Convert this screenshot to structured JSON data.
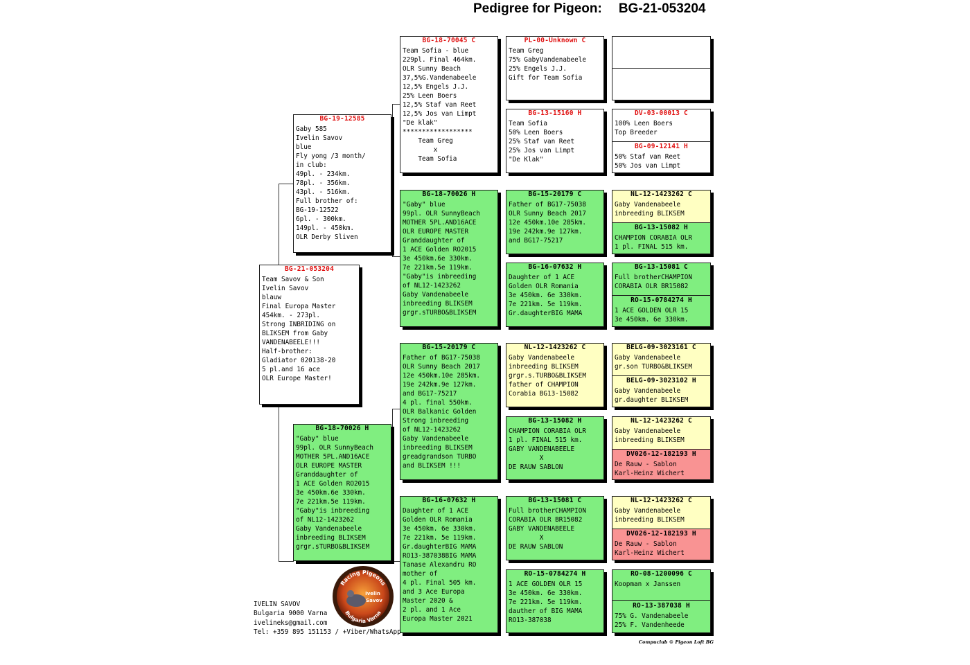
{
  "header": {
    "prefix": "Pedigree for Pigeon:",
    "pigeon_id": "BG-21-053204"
  },
  "colors": {
    "green": "#80ee80",
    "yellow": "#ffffc2",
    "pink": "#f99393",
    "white": "#ffffff",
    "id_red": "#e01010"
  },
  "subject": {
    "id": "BG-21-053204",
    "text": "Team Savov & Son\nIvelin Savov\nblauw\nFinal Europa Master\n454km. - 273pl.\nStrong INBRIDING on\nBLIKSEM from Gaby\nVANDENABEELE!!!\nHalf-brother:\nGladiator 020138-20\n5 pl.and 16 ace\nOLR Europe Master!"
  },
  "g1": {
    "sire": {
      "id": "BG-19-12585",
      "text": "Gaby 585\nIvelin Savov\nblue\nFly yong /3 month/\nin club:\n49pl. - 234km.\n78pl. - 356km.\n43pl. - 516km.\nFull brother of:\nBG-19-12522\n6pl. - 300km.\n149pl. - 450km.\nOLR Derby Sliven"
    },
    "dam": {
      "id": "BG-18-70026  H",
      "text": "\"Gaby\" blue\n99pl. OLR SunnyBeach\nMOTHER 5PL.AND16ACE\nOLR EUROPE MASTER\nGranddaughter of\n1 ACE Golden RO2015\n3e 450km.6e 330km.\n7e 221km.5e 119km.\n\"Gaby\"is inbreeding\nof NL12-1423262\nGaby Vandenabeele\ninbreeding BLIKSEM\ngrgr.sTURBO&BLIKSEM"
    }
  },
  "g2": {
    "ss": {
      "id": "BG-18-70045  C",
      "text": "Team Sofia - blue\n229pl. Final 464km.\nOLR Sunny Beach\n37,5%G.Vandenabeele\n12,5% Engels J.J.\n25% Leen Boers\n12,5% Staf van Reet\n12,5% Jos van Limpt\n\"De klak\"\n******************\n    Team Greg\n        x\n    Team Sofia"
    },
    "sd": {
      "id": "BG-18-70026  H",
      "text": "\"Gaby\" blue\n99pl. OLR SunnyBeach\nMOTHER 5PL.AND16ACE\nOLR EUROPE MASTER\nGranddaughter of\n1 ACE Golden RO2015\n3e 450km.6e 330km.\n7e 221km.5e 119km.\n\"Gaby\"is inbreeding\nof NL12-1423262\nGaby Vandenabeele\ninbreeding BLIKSEM\ngrgr.sTURBO&BLIKSEM"
    },
    "ds": {
      "id": "BG-15-20179  C",
      "text": "Father of BG17-75038\nOLR Sunny Beach 2017\n12e 450km.10e 285km.\n19e 242km.9e 127km.\nand BG17-75217\n4 pl. final 550km.\nOLR Balkanic Golden\nStrong inbreeding\nof NL12-1423262\nGaby Vandenabeele\ninbreeding BLIKSEM\ngreadgrandson TURBO\nand BLIKSEM !!!"
    },
    "dd": {
      "id": "BG-16-07632  H",
      "text": "Daughter of 1 ACE\nGolden OLR Romania\n3e 450km. 6e 330km.\n7e 221km. 5e 119km.\nGr.daughterBIG MAMA\nRO13-387038BIG MAMA\nTanase Alexandru RO\nmother of\n4 pl. Final 505 km.\nand 3 Ace Europa\nMaster 2020 &\n2 pl. and 1 Ace\nEuropa Master 2021"
    }
  },
  "g3": [
    {
      "id": "PL-00-Unknown  C",
      "text": "Team Greg\n75% GabyVandenabeele\n25% Engels J.J.\nGift for Team Sofia"
    },
    {
      "id": "BG-13-15160  H",
      "text": "Team Sofia\n50% Leen Boers\n25% Staf van Reet\n25% Jos van Limpt\n\"De Klak\""
    },
    {
      "id": "BG-15-20179  C",
      "text": "Father of BG17-75038\nOLR Sunny Beach 2017\n12e 450km.10e 285km.\n19e 242km.9e 127km.\nand BG17-75217"
    },
    {
      "id": "BG-16-07632  H",
      "text": "Daughter of 1 ACE\nGolden OLR Romania\n3e 450km. 6e 330km.\n7e 221km. 5e 119km.\nGr.daughterBIG MAMA"
    },
    {
      "id": "NL-12-1423262  C",
      "text": "Gaby Vandenabeele\ninbreeding BLIKSEM\ngrgr.s.TURBO&BLIKSEM\nfather of CHAMPION\nCorabia BG13-15082"
    },
    {
      "id": "BG-13-15082  H",
      "text": "CHAMPION CORABIA OLR\n1 pl. FINAL 515 km.\nGABY VANDENABEELE\n        X\nDE RAUW SABLON"
    },
    {
      "id": "BG-13-15081  C",
      "text": "Full brotherCHAMPION\nCORABIA OLR BR15082\nGABY VANDENABEELE\n        X\nDE RAUW SABLON"
    },
    {
      "id": "RO-15-0784274  H",
      "text": "1 ACE GOLDEN OLR 15\n3e 450km. 6e 330km.\n7e 221km. 5e 119km.\ndauther of BIG MAMA\nRO13-387038"
    }
  ],
  "g4": [
    {
      "id": "",
      "text": ""
    },
    {
      "id": "",
      "text": ""
    },
    {
      "id": "DV-03-00013  C",
      "text": "100% Leen Boers\nTop Breeder"
    },
    {
      "id": "BG-09-12141  H",
      "text": "50% Staf van Reet\n50% Jos van Limpt"
    },
    {
      "id": "NL-12-1423262  C",
      "text": "Gaby Vandenabeele\ninbreeding BLIKSEM"
    },
    {
      "id": "BG-13-15082  H",
      "text": "CHAMPION CORABIA OLR\n1 pl. FINAL 515 km."
    },
    {
      "id": "BG-13-15081  C",
      "text": "Full brotherCHAMPION\nCORABIA OLR BR15082"
    },
    {
      "id": "RO-15-0784274  H",
      "text": "1 ACE GOLDEN OLR 15\n3e 450km. 6e 330km."
    },
    {
      "id": "BELG-09-3023161  C",
      "text": "Gaby Vandenabeele\ngr.son TURBO&BLIKSEM"
    },
    {
      "id": "BELG-09-3023102  H",
      "text": "Gaby Vandenabeele\ngr.daughter BLIKSEM"
    },
    {
      "id": "NL-12-1423262  C",
      "text": "Gaby Vandenabeele\ninbreeding BLIKSEM"
    },
    {
      "id": "DV026-12-182193  H",
      "text": "De Rauw - Sablon\nKarl-Heinz Wichert"
    },
    {
      "id": "NL-12-1423262  C",
      "text": "Gaby Vandenabeele\ninbreeding BLIKSEM"
    },
    {
      "id": "DV026-12-182193  H",
      "text": "De Rauw - Sablon\nKarl-Heinz Wichert"
    },
    {
      "id": "RO-08-1200096  C",
      "text": "Koopman x Janssen"
    },
    {
      "id": "RO-13-387038  H",
      "text": "75% G. Vandenabeele\n25% F. Vandenheede"
    }
  ],
  "owner": {
    "text": "IVELIN SAVOV\nBulgaria 9000 Varna\nivelineks@gmail.com\nTel: +359 895 151153 / +Viber/WhatsApp"
  },
  "logo": {
    "top_text": "Racing Pigeons",
    "name1": "Ivelin",
    "name2": "Savov",
    "bottom_text": "Bulgaria Varna"
  },
  "footer": "Compuclub © Pigeon Loft BG"
}
